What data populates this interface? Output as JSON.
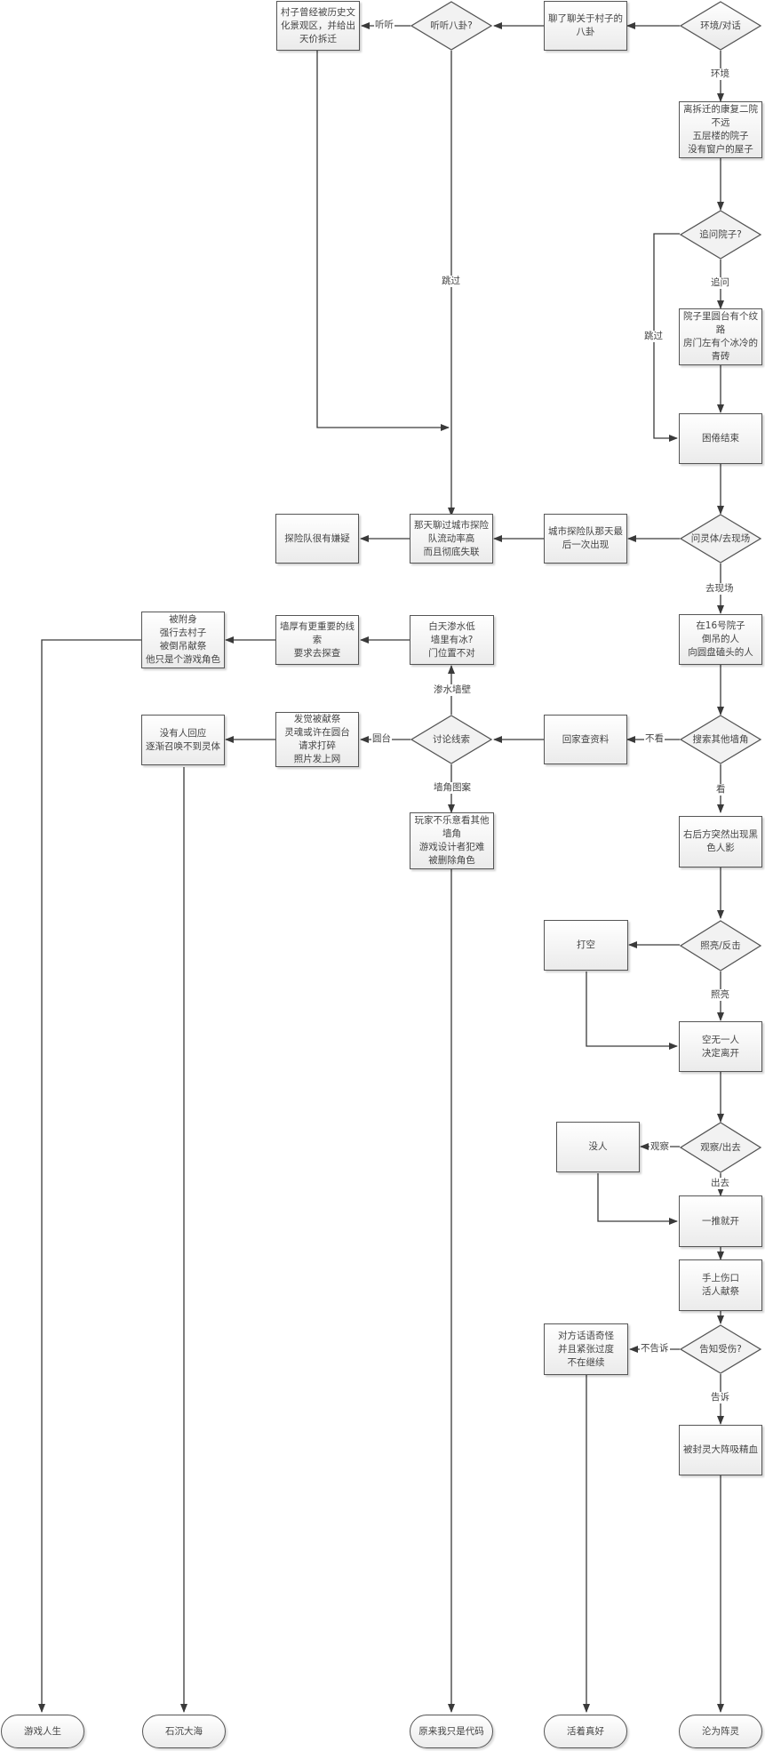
{
  "nodes": {
    "env_dialog": "环境/对话",
    "gossip_village": "聊了聊关于村子的\n八卦",
    "listen_gossip": "听听八卦?",
    "village_history": "村子曾经被历史文\n化景观区，并给出\n天价拆迁",
    "near_hospital": "离拆迁的康复二院\n不远\n五层楼的院子\n没有窗户的屋子",
    "ask_yard": "追问院子?",
    "yard_detail": "院子里圆台有个纹\n路\n房门左有个冰冷的\n青砖",
    "sleepy_end": "困倦结束",
    "ask_spirit": "问灵体/去现场",
    "explorers_last": "城市探险队那天最\n后一次出现",
    "explorers_talked": "那天聊过城市探险\n队流动率高\n而且彻底失联",
    "explorers_suspect": "探险队很有嫌疑",
    "yard16": "在16号院子\n倒吊的人\n向圆盘磕头的人",
    "search_corner": "搜索其他墙角",
    "go_home": "回家查资料",
    "discuss_clues": "讨论线索",
    "daytime_seep": "白天渗水低\n墙里有冰?\n门位置不对",
    "wall_clue": "墙厚有更重要的线\n索\n要求去探查",
    "possessed": "被附身\n强行去村子\n被倒吊献祭\n他只是个游戏角色",
    "sacrificed": "发觉被献祭\n灵魂或许在圆台\n请求打碎\n照片发上网",
    "no_response": "没有人回应\n逐渐召唤不到灵体",
    "player_refuse": "玩家不乐意看其他\n墙角\n游戏设计者犯难\n被删除角色",
    "black_shadow": "右后方突然出现黑\n色人影",
    "light_fight": "照亮/反击",
    "hit_air": "打空",
    "empty_leave": "空无一人\n决定离开",
    "observe_exit": "观察/出去",
    "nobody": "没人",
    "push_open": "一推就开",
    "hand_wound": "手上伤口\n活人献祭",
    "tell_injury": "告知受伤?",
    "strange_talk": "对方话语奇怪\n并且紧张过度\n不在继续",
    "sealed_spirit": "被封灵大阵吸精血"
  },
  "endings": {
    "game_life": "游戏人生",
    "sunk_sea": "石沉大海",
    "just_code": "原来我只是代码",
    "good_alive": "活着真好",
    "become_spirit": "沦为阵灵"
  },
  "edge_labels": {
    "listen": "听听",
    "environment": "环境",
    "skip_gossip": "跳过",
    "ask": "追问",
    "skip_yard": "跳过",
    "go_scene": "去现场",
    "no_look": "不看",
    "look": "看",
    "seep_wall": "渗水墙壁",
    "round_table": "圆台",
    "corner_pattern": "墙角图案",
    "light_up": "照亮",
    "observe": "观察",
    "exit": "出去",
    "no_tell": "不告诉",
    "tell": "告诉"
  },
  "colors": {
    "line": "#3a3a3a",
    "border": "#555555",
    "fill_top": "#ffffff",
    "fill_bottom": "#ebebeb",
    "text": "#444444"
  }
}
